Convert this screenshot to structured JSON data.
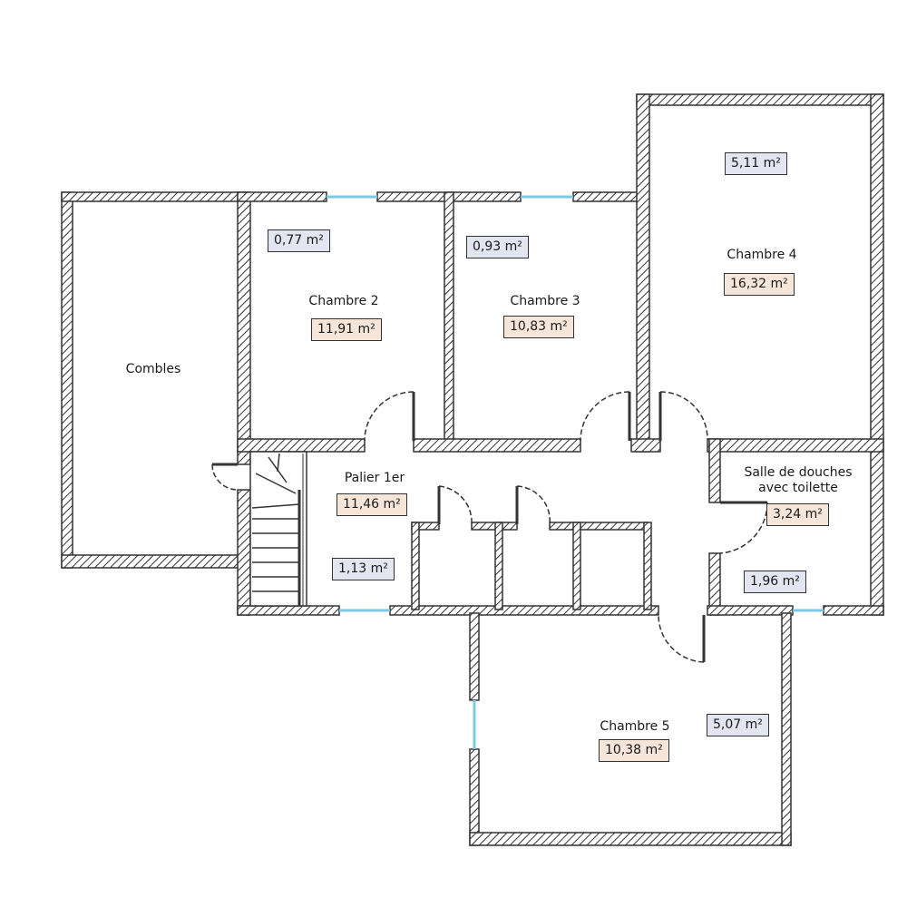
{
  "rooms": {
    "combles": {
      "name": "Combles"
    },
    "chambre2": {
      "name": "Chambre 2",
      "area": "11,91 m²",
      "sub_area": "0,77 m²"
    },
    "chambre3": {
      "name": "Chambre 3",
      "area": "10,83 m²",
      "sub_area": "0,93 m²"
    },
    "chambre4": {
      "name": "Chambre 4",
      "area": "16,32 m²",
      "sub_area": "5,11 m²"
    },
    "palier": {
      "name": "Palier 1er",
      "area": "11,46 m²",
      "sub_area": "1,13 m²"
    },
    "salle_douches": {
      "name_line1": "Salle de douches",
      "name_line2": "avec toilette",
      "area": "3,24 m²",
      "sub_area": "1,96 m²"
    },
    "chambre5": {
      "name": "Chambre 5",
      "area": "10,38 m²",
      "sub_area": "5,07 m²"
    }
  },
  "colors": {
    "wall": "#333333",
    "window": "#7ec8e3",
    "area_badge": "#f5e6d9",
    "sub_area_badge": "#e3e6f0"
  }
}
